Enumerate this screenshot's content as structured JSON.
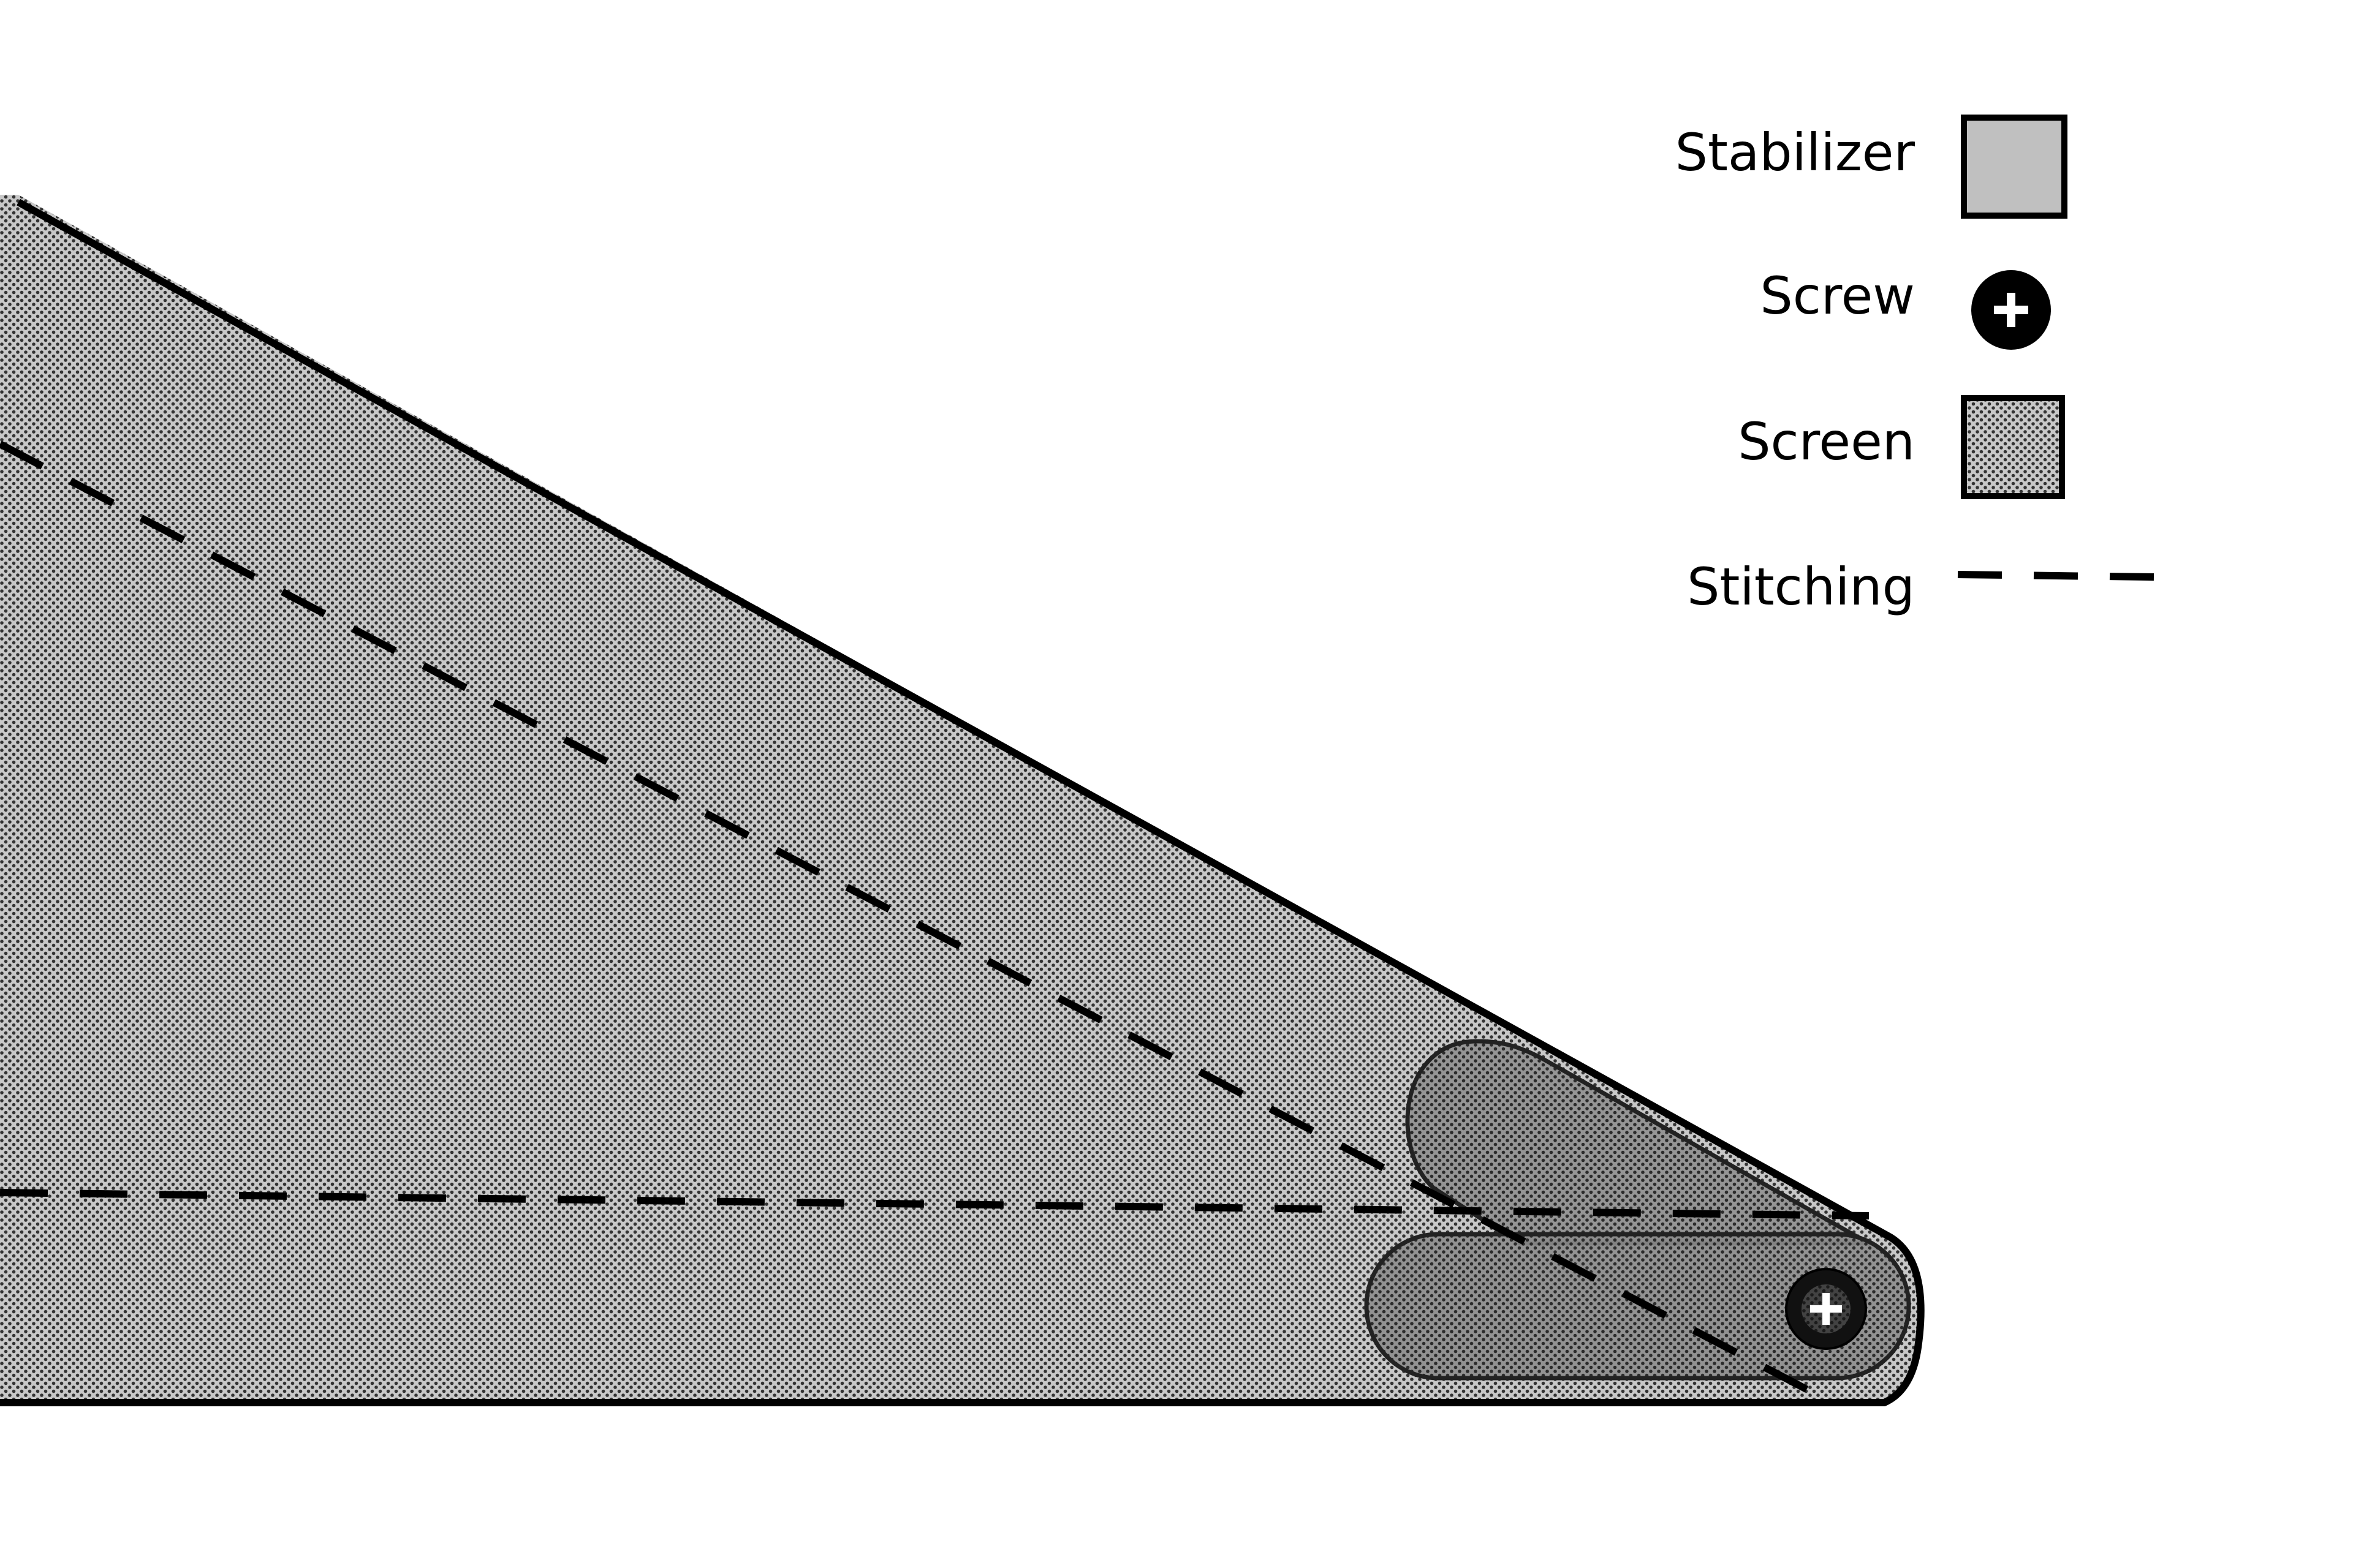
{
  "legend": {
    "items": [
      {
        "key": "stabilizer",
        "label": "Stabilizer",
        "swatch": "solid-fill",
        "color": "#c0c0c0"
      },
      {
        "key": "screw",
        "label": "Screw",
        "swatch": "screw-icon",
        "color": "#000000"
      },
      {
        "key": "screen",
        "label": "Screen",
        "swatch": "dotted-fill",
        "color": "#a8a8a8"
      },
      {
        "key": "stitching",
        "label": "Stitching",
        "swatch": "dashed-line",
        "color": "#000000"
      }
    ]
  },
  "colors": {
    "outline": "#000000",
    "screen_base": "#c4c4c4",
    "screen_dot": "#3a3a3a",
    "stabilizer_fill": "#8a8a8a",
    "background": "#ffffff"
  }
}
